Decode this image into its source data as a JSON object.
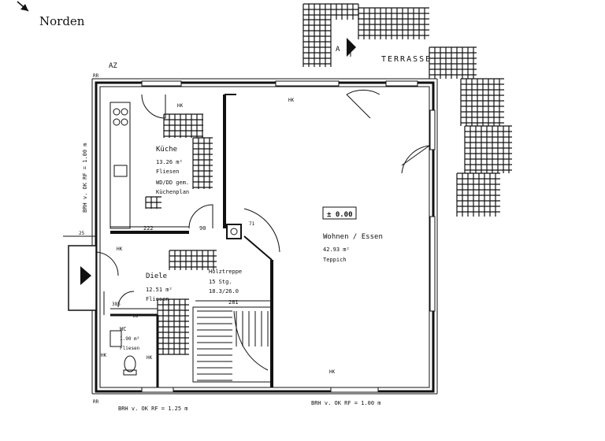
{
  "north": {
    "label": "Norden"
  },
  "terrace": {
    "label": "TERRASSE",
    "marker": "A"
  },
  "markers": {
    "az": "AZ",
    "rr_top": "RR",
    "rr_bottom": "RR"
  },
  "rooms": {
    "kitchen": {
      "name": "Küche",
      "area": "13.26 m²",
      "floor": "Fliesen",
      "note1": "WD/DD gem.",
      "note2": "Küchenplan"
    },
    "hall": {
      "name": "Diele",
      "area": "12.51 m²",
      "floor": "Fliesen"
    },
    "stairs": {
      "name": "Holztreppe",
      "steps": "15 Stg.",
      "ratio": "18.3/26.0"
    },
    "wc": {
      "name": "WC",
      "area": "1.90 m²",
      "floor": "Fliesen"
    },
    "living": {
      "level": "± 0.00",
      "name": "Wohnen / Essen",
      "area": "42.93 m²",
      "floor": "Teppich"
    }
  },
  "dimensions": {
    "d222": "222",
    "d90": "90",
    "d281": "281",
    "d18": "18",
    "d385": "385",
    "d25": "25",
    "d71": "71"
  },
  "hk_labels": [
    "HK",
    "HK",
    "HK",
    "HK",
    "HK",
    "HK"
  ],
  "sill_notes": {
    "left_vertical": "BRH v. OK RF = 1.00 m",
    "bottom_left": "BRH v. OK RF = 1.25 m",
    "bottom_right": "BRH v. OK RF = 1.00 m"
  },
  "icons": [
    "north-arrow-icon",
    "entrance-arrow-icon",
    "section-marker-icon"
  ]
}
